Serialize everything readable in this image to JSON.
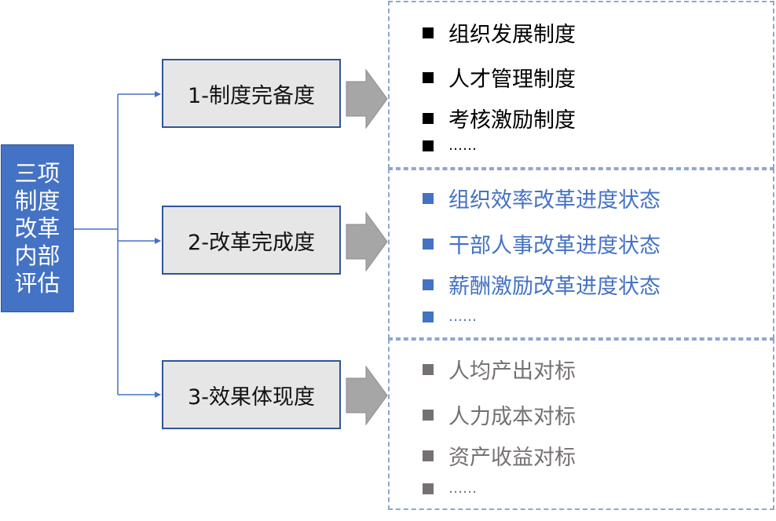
{
  "root": {
    "label_lines": [
      "三项",
      "制度",
      "改革",
      "内部",
      "评估"
    ],
    "fill_color": "#4472c4"
  },
  "dimensions": [
    {
      "label": "1-制度完备度",
      "item_color": "#000000",
      "items": [
        "组织发展制度",
        "人才管理制度",
        "考核激励制度",
        "……"
      ]
    },
    {
      "label": "2-改革完成度",
      "item_color": "#4472c4",
      "items": [
        "组织效率改革进度状态",
        "干部人事改革进度状态",
        "薪酬激励改革进度状态",
        "……"
      ]
    },
    {
      "label": "3-效果体现度",
      "item_color": "#767171",
      "items": [
        "人均产出对标",
        "人力成本对标",
        "资产收益对标",
        "……"
      ]
    }
  ],
  "colors": {
    "connector": "#4472c4",
    "dimension_fill": "#e7e6e6",
    "dimension_border": "#2f5597",
    "arrow_fill": "#a6a6a6",
    "group_border": "#8ea6d1"
  }
}
